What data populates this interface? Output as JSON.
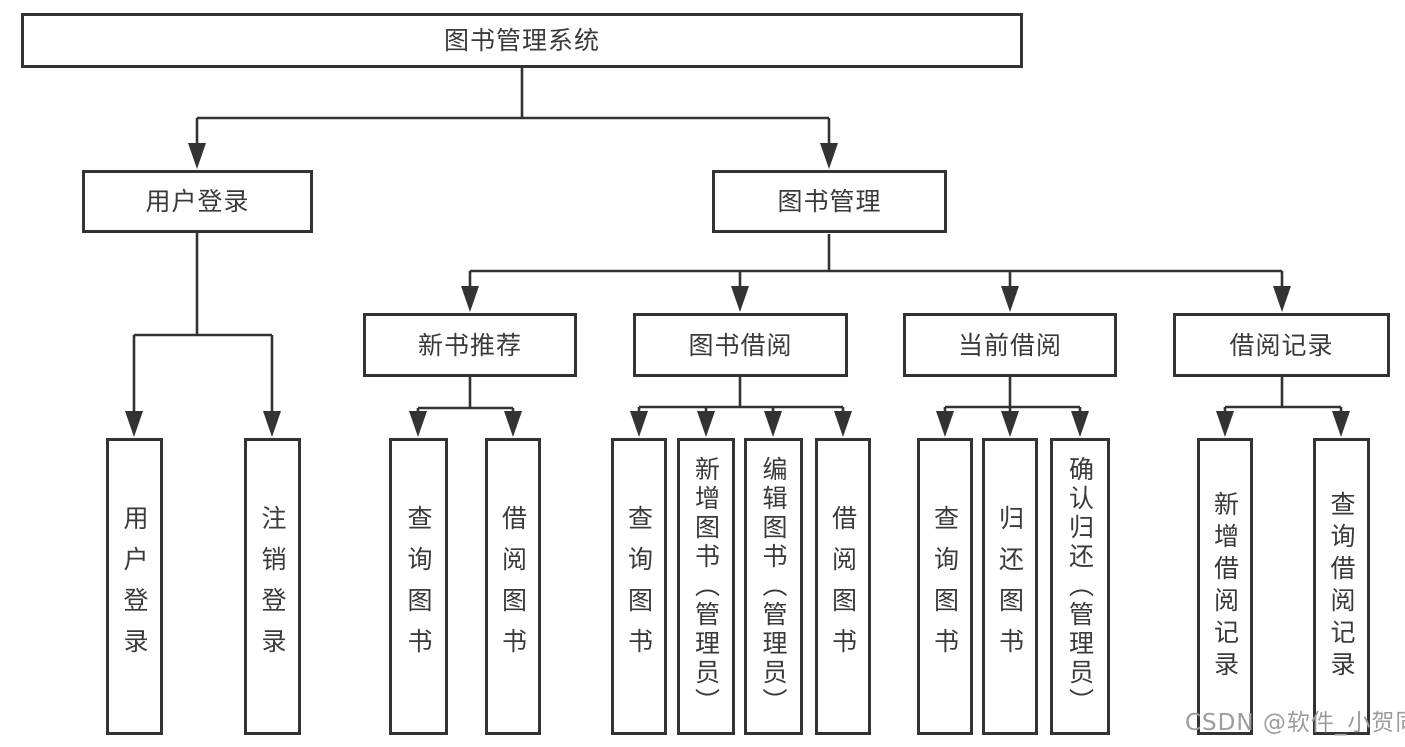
{
  "title": {
    "label": "图书管理系统"
  },
  "level2": {
    "user_login": {
      "label": "用户登录"
    },
    "book_management": {
      "label": "图书管理"
    }
  },
  "level3": {
    "new_book_recommend": {
      "label": "新书推荐"
    },
    "book_borrowing": {
      "label": "图书借阅"
    },
    "current_borrowing": {
      "label": "当前借阅"
    },
    "borrowing_records": {
      "label": "借阅记录"
    }
  },
  "leaves": {
    "user_login": {
      "label": "用户登录"
    },
    "logout": {
      "label": "注销登录"
    },
    "recommend_query_book": {
      "label": "查询图书"
    },
    "recommend_borrow_book": {
      "label": "借阅图书"
    },
    "borrowing_query_book": {
      "label": "查询图书"
    },
    "borrowing_add_book_admin": {
      "label": "新增图书（管理员）"
    },
    "borrowing_edit_book_admin": {
      "label": "编辑图书（管理员）"
    },
    "borrowing_borrow_book": {
      "label": "借阅图书"
    },
    "current_query_book": {
      "label": "查询图书"
    },
    "current_return_book": {
      "label": "归还图书"
    },
    "current_confirm_return_admin": {
      "label": "确认归还（管理员）"
    },
    "records_add_record": {
      "label": "新增借阅记录"
    },
    "records_query_record": {
      "label": "查询借阅记录"
    }
  },
  "watermark": {
    "text": "CSDN @软件_小贺同学"
  },
  "colors": {
    "line": "#333333",
    "text": "#3a3a3a",
    "watermark": "#9c9c9c",
    "background": "#ffffff"
  }
}
